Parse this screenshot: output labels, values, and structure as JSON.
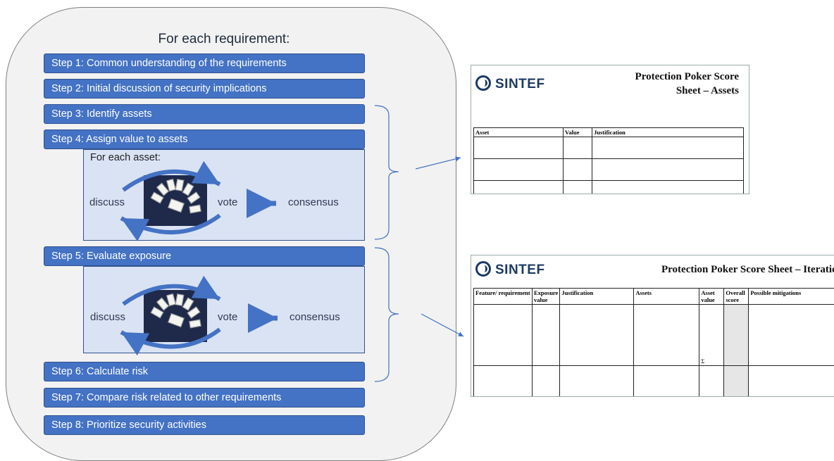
{
  "panel": {
    "title": "For each requirement:",
    "steps": [
      "Step 1: Common understanding of the requirements",
      "Step 2: Initial discussion of security implications",
      "Step 3: Identify assets",
      "Step 4: Assign value to assets",
      "Step 5: Evaluate exposure",
      "Step 6: Calculate risk",
      "Step 7: Compare risk related to other requirements",
      "Step 8: Prioritize security activities"
    ],
    "asset_loop": {
      "heading": "For each asset:",
      "discuss": "discuss",
      "vote": "vote",
      "consensus": "consensus"
    },
    "exposure_loop": {
      "discuss": "discuss",
      "vote": "vote",
      "consensus": "consensus"
    }
  },
  "assets_sheet": {
    "logo": "SINTEF",
    "title_line1": "Protection Poker Score",
    "title_line2": "Sheet – Assets",
    "columns": [
      "Asset",
      "Value",
      "Justification"
    ]
  },
  "iteration_sheet": {
    "logo": "SINTEF",
    "title": "Protection Poker Score Sheet – Iteration",
    "columns": [
      "Feature/ requirement",
      "Exposure value",
      "Justification",
      "Assets",
      "Asset value",
      "Overall score",
      "Possible mitigations"
    ],
    "sum_symbol": "Σ"
  },
  "colors": {
    "step_fill": "#4472c4",
    "sub_fill": "#dae3f3",
    "arrow": "#4472c4",
    "panel": "#f2f2f2"
  }
}
